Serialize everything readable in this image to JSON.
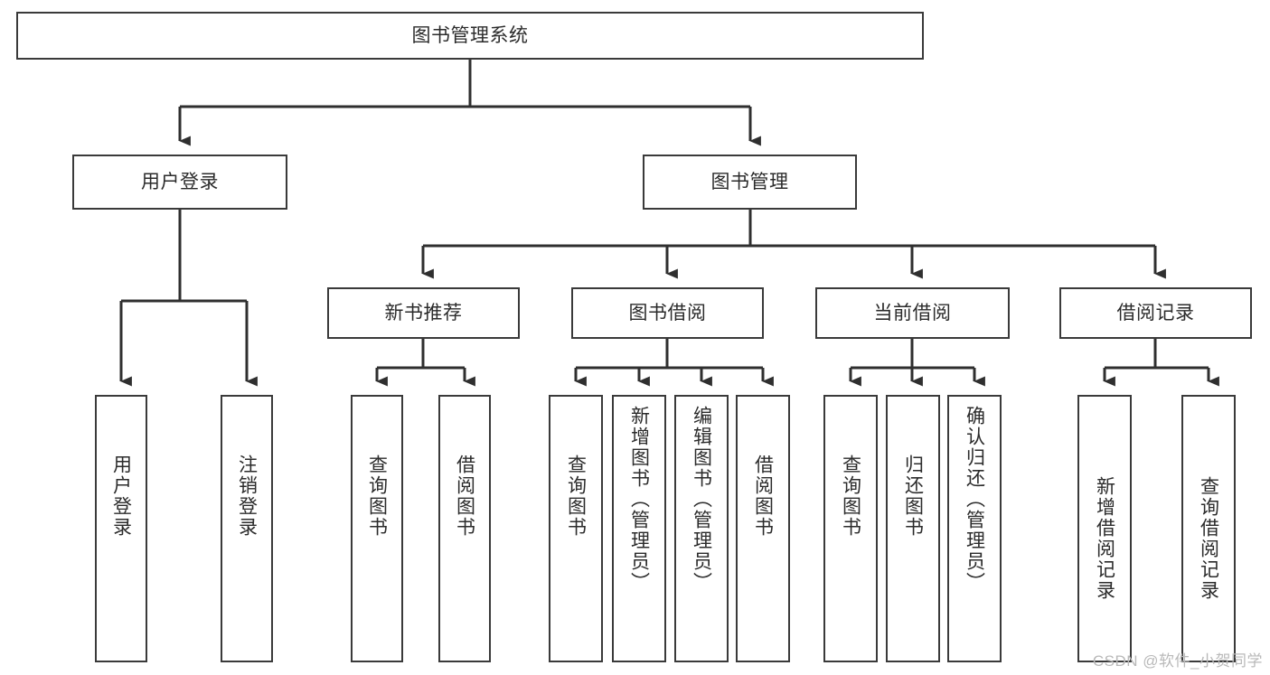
{
  "diagram": {
    "title": "图书管理系统",
    "type": "tree-hierarchy-diagram",
    "watermark": "CSDN @软件_小贺同学",
    "colors": {
      "box_border": "#3a3a3a",
      "box_fill": "#ffffff",
      "edge": "#2f2f2f",
      "text": "#2b2b2b",
      "watermark": "#b9b9b9",
      "background": "#ffffff"
    },
    "levels": {
      "root": {
        "label": "图书管理系统"
      },
      "level2": [
        {
          "id": "user-login",
          "label": "用户登录"
        },
        {
          "id": "book-management",
          "label": "图书管理"
        }
      ],
      "level3": [
        {
          "id": "new-book-recommend",
          "label": "新书推荐"
        },
        {
          "id": "book-borrow",
          "label": "图书借阅"
        },
        {
          "id": "current-borrow",
          "label": "当前借阅"
        },
        {
          "id": "borrow-record",
          "label": "借阅记录"
        }
      ],
      "leaves": {
        "user-login": [
          {
            "id": "leaf-user-login",
            "label": "用户登录"
          },
          {
            "id": "leaf-user-logout",
            "label": "注销登录"
          }
        ],
        "new-book-recommend": [
          {
            "id": "leaf-query-book-1",
            "label": "查询图书"
          },
          {
            "id": "leaf-borrow-book-1",
            "label": "借阅图书"
          }
        ],
        "book-borrow": [
          {
            "id": "leaf-query-book-2",
            "label": "查询图书"
          },
          {
            "id": "leaf-add-book",
            "label": "新增图书（管理员）"
          },
          {
            "id": "leaf-edit-book",
            "label": "编辑图书（管理员）"
          },
          {
            "id": "leaf-borrow-book-2",
            "label": "借阅图书"
          }
        ],
        "current-borrow": [
          {
            "id": "leaf-query-book-3",
            "label": "查询图书"
          },
          {
            "id": "leaf-return-book",
            "label": "归还图书"
          },
          {
            "id": "leaf-confirm-return",
            "label": "确认归还（管理员）"
          }
        ],
        "borrow-record": [
          {
            "id": "leaf-add-record",
            "label": "新增借阅记录"
          },
          {
            "id": "leaf-query-record",
            "label": "查询借阅记录"
          }
        ]
      }
    }
  }
}
